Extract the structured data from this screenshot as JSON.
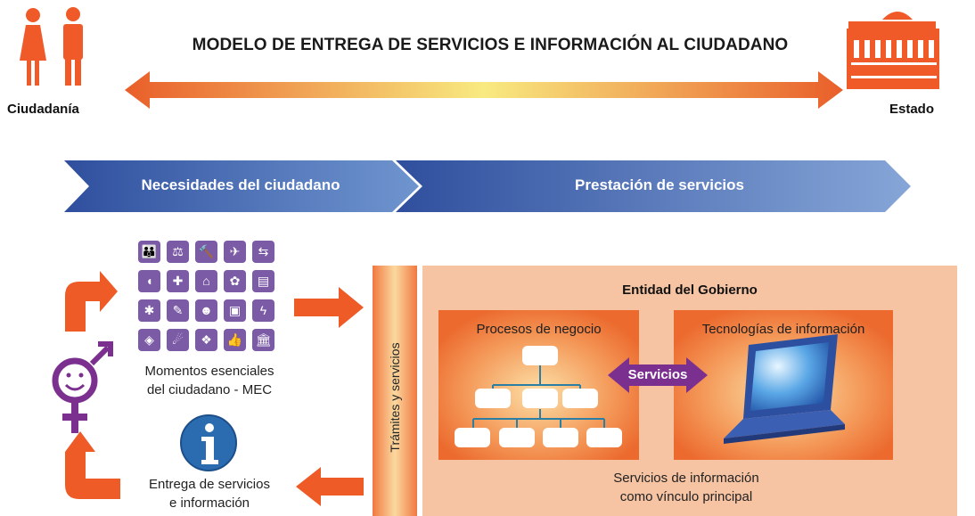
{
  "title": "MODELO DE ENTREGA DE SERVICIOS E INFORMACIÓN AL CIUDADANO",
  "left_actor": {
    "label": "Ciudadanía",
    "icon": "citizens-icon"
  },
  "right_actor": {
    "label": "Estado",
    "icon": "government-building-icon"
  },
  "stages": [
    {
      "label": "Necesidades del ciudadano"
    },
    {
      "label": "Prestación de servicios"
    }
  ],
  "mec": {
    "line1": "Momentos esenciales",
    "line2": "del ciudadano - MEC",
    "icons": [
      "family-icon",
      "justice-icon",
      "gavel-icon",
      "travel-icon",
      "transfer-icon",
      "hearing-icon",
      "ambulance-icon",
      "housing-icon",
      "agriculture-icon",
      "printer-icon",
      "human-body-icon",
      "education-icon",
      "group-icon",
      "certificate-icon",
      "energy-icon",
      "shield-icon",
      "sports-icon",
      "environment-icon",
      "like-icon",
      "institution-icon"
    ]
  },
  "delivery": {
    "line1": "Entrega de servicios",
    "line2": "e información",
    "icon": "information-icon"
  },
  "procedures_bar": "Trámites y servicios",
  "entity": {
    "title": "Entidad del Gobierno",
    "left_box": "Procesos de negocio",
    "right_box": "Tecnologías de información",
    "connector": "Servicios",
    "footer_line1": "Servicios de información",
    "footer_line2": "como vínculo principal"
  },
  "colors": {
    "accent_orange": "#e8622a",
    "purple": "#7b2f8e",
    "blue": "#3f5fa8",
    "info_blue": "#2b6cb0"
  }
}
